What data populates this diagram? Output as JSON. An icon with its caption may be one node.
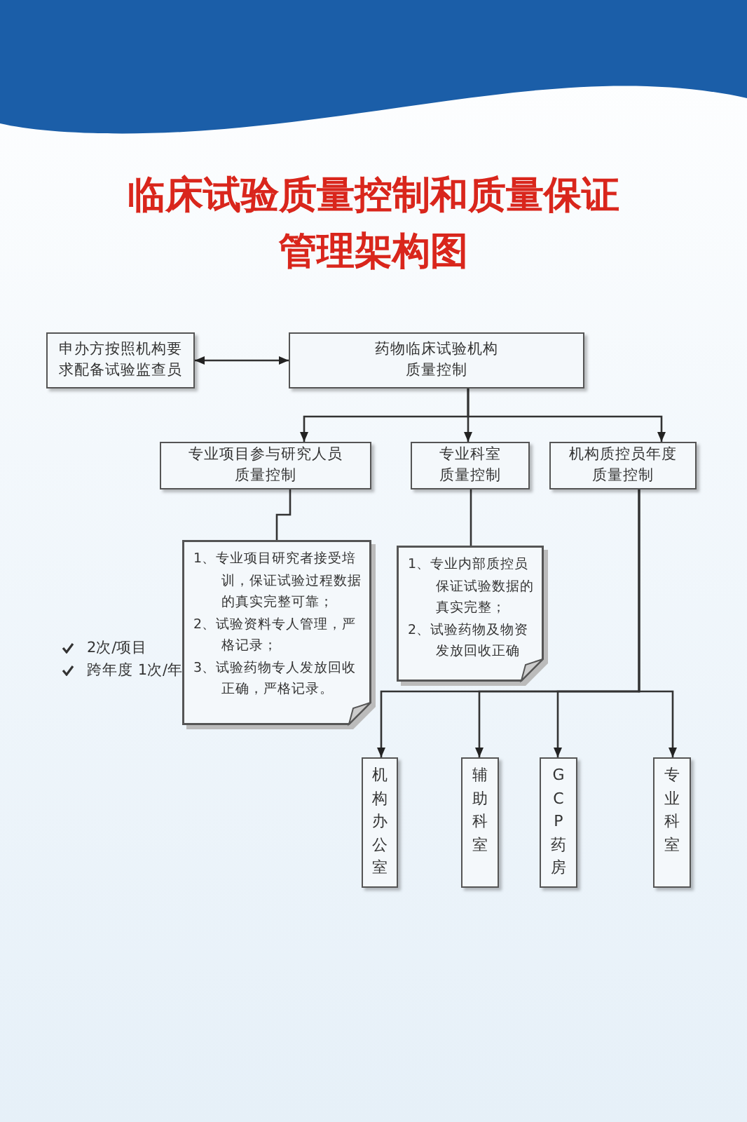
{
  "diagram": {
    "title": "临床试验质量控制和质量保证管理架构图",
    "nodes": [
      {
        "text": [
          "申办方按照机构要求配备试验监查员"
        ]
      },
      {
        "text": [
          "药物临床试验机构质量控制"
        ]
      },
      {
        "text": [
          "专业项目参与研究人员质量控制"
        ]
      },
      {
        "text": [
          "专业科室质量控制"
        ]
      },
      {
        "text": [
          "机构质控员年度质量控制"
        ]
      },
      {
        "text": [
          "1、专业项目研究者接受培训，保证试验过程数据的真实完整可靠；",
          "2、试验资料专人管理，严格记录；",
          "3、试验药物专人发放回收正确，严格记录。"
        ]
      },
      {
        "text": [
          "1、专业内部质控员保证试验数据的真实完整；",
          "2、试验药物及物资发放回收正确"
        ]
      },
      {
        "text": [
          "机构办公室"
        ]
      },
      {
        "text": [
          "辅助科室"
        ]
      },
      {
        "text": [
          "GCP药房"
        ]
      },
      {
        "text": [
          "专业科室"
        ]
      }
    ],
    "edges": [
      {
        "from": 0,
        "to": 1,
        "arrow": "both"
      },
      {
        "from": 1,
        "to": 2,
        "arrow": "to"
      },
      {
        "from": 1,
        "to": 3,
        "arrow": "to"
      },
      {
        "from": 1,
        "to": 4,
        "arrow": "to"
      },
      {
        "from": 2,
        "to": 5,
        "arrow": "none"
      },
      {
        "from": 3,
        "to": 6,
        "arrow": "none"
      },
      {
        "from": 4,
        "to": 7,
        "arrow": "to"
      },
      {
        "from": 4,
        "to": 8,
        "arrow": "to"
      },
      {
        "from": 4,
        "to": 9,
        "arrow": "to"
      },
      {
        "from": 4,
        "to": 10,
        "arrow": "to"
      }
    ],
    "labels": [
      "2次/项目",
      "跨年度 1次/年"
    ]
  }
}
